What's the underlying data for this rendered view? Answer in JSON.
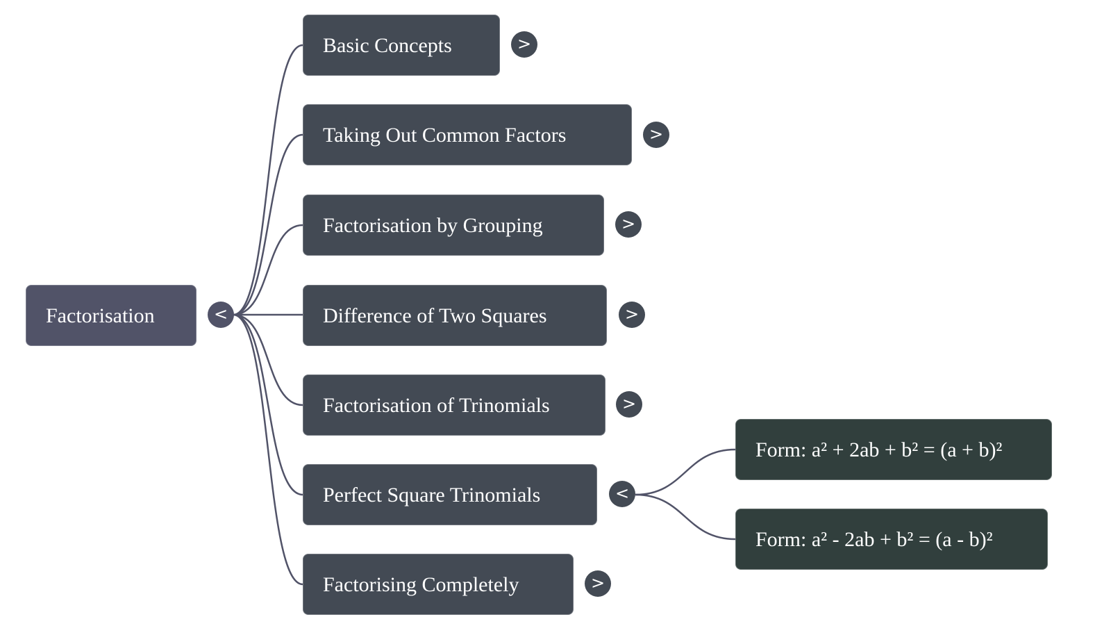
{
  "root": {
    "label": "Factorisation",
    "toggle": "<",
    "expanded": true
  },
  "branches": [
    {
      "label": "Basic Concepts",
      "toggle": ">",
      "expanded": false
    },
    {
      "label": "Taking Out Common Factors",
      "toggle": ">",
      "expanded": false
    },
    {
      "label": "Factorisation by Grouping",
      "toggle": ">",
      "expanded": false
    },
    {
      "label": "Difference of Two Squares",
      "toggle": ">",
      "expanded": false
    },
    {
      "label": "Factorisation of Trinomials",
      "toggle": ">",
      "expanded": false
    },
    {
      "label": "Perfect Square Trinomials",
      "toggle": "<",
      "expanded": true,
      "children": [
        {
          "label": "Form: a² + 2ab + b² = (a + b)²"
        },
        {
          "label": "Form: a² - 2ab + b² = (a - b)²"
        }
      ]
    },
    {
      "label": "Factorising Completely",
      "toggle": ">",
      "expanded": false
    }
  ],
  "colors": {
    "root": "#515368",
    "branch": "#434a54",
    "leaf": "#313f3d",
    "link": "#515368"
  }
}
